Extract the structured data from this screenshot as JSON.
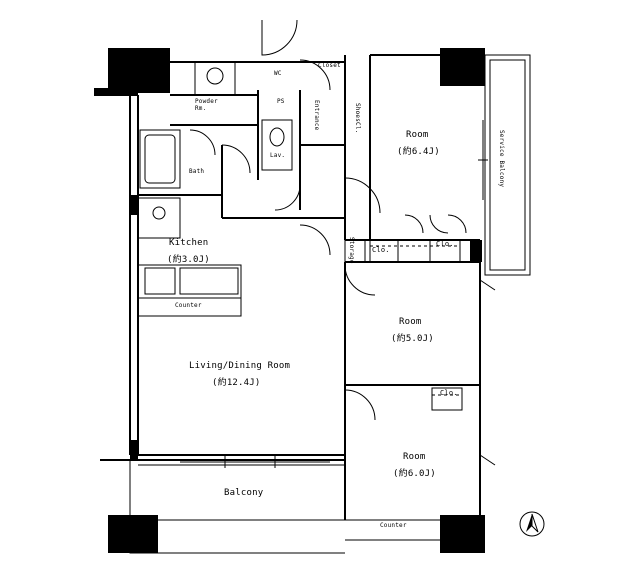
{
  "rooms": {
    "powder_room": "Powder\nRm.",
    "bath": "Bath",
    "lav": "Lav.",
    "wc": "WC",
    "ps": "PS",
    "closet_top": "Closet",
    "entrance": "Entrance",
    "shoes_closet": "ShoesCl.",
    "kitchen": "Kitchen",
    "kitchen_size": "(約3.0J)",
    "counter_kitchen": "Counter",
    "living": "Living/Dining Room",
    "living_size": "(約12.4J)",
    "room1": "Room",
    "room1_size": "(約6.4J)",
    "room2": "Room",
    "room2_size": "(約5.0J)",
    "room3": "Room",
    "room3_size": "(約6.0J)",
    "clo_a": "Clo.",
    "clo_b": "Clo.",
    "clo_c": "Clo.",
    "storage": "Storage",
    "balcony": "Balcony",
    "service_balcony": "Service Balcony",
    "counter_bottom": "Counter"
  },
  "north_icon": "north-arrow-icon"
}
